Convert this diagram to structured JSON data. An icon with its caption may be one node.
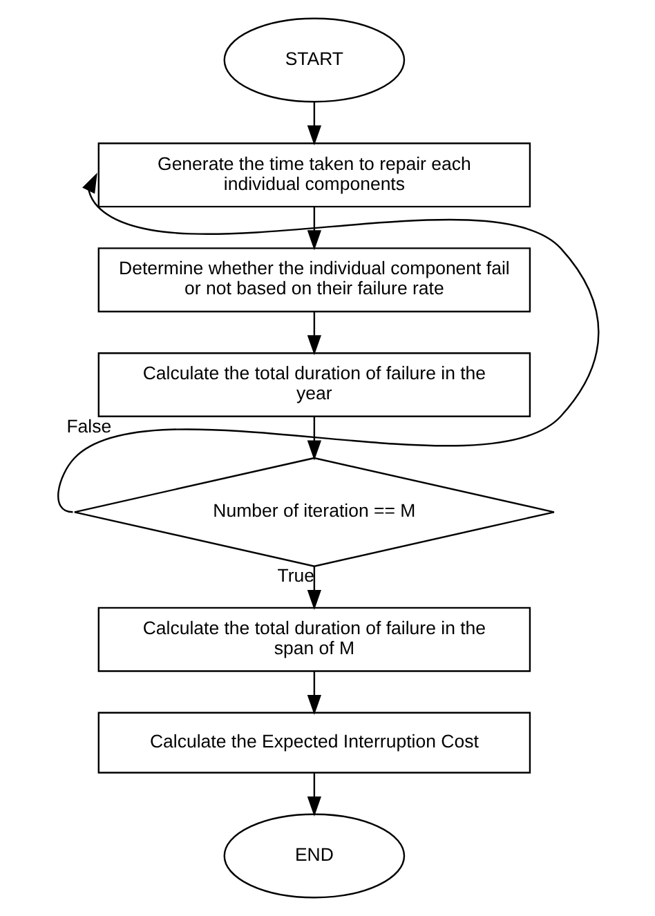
{
  "diagram": {
    "nodes": [
      {
        "text": [
          "START"
        ]
      },
      {
        "text": [
          "Generate the time taken to repair each individual components"
        ]
      },
      {
        "text": [
          "Determine whether the individual component fail or not based on their failure rate"
        ]
      },
      {
        "text": [
          "Calculate the total duration of failure in the year"
        ]
      },
      {
        "text": [
          "Number of iteration == M"
        ]
      },
      {
        "text": [
          "Calculate the total duration of failure in the span of M"
        ]
      },
      {
        "text": [
          "Calculate the Expected Interruption Cost"
        ]
      },
      {
        "text": [
          "END"
        ]
      }
    ],
    "edges": [
      {
        "from": 0,
        "to": 1,
        "arrow": "to"
      },
      {
        "from": 1,
        "to": 2,
        "arrow": "to"
      },
      {
        "from": 2,
        "to": 3,
        "arrow": "to"
      },
      {
        "from": 3,
        "to": 4,
        "arrow": "to"
      },
      {
        "from": 4,
        "to": 1,
        "arrow": "to",
        "label": "False"
      },
      {
        "from": 4,
        "to": 5,
        "arrow": "to",
        "label": "True"
      },
      {
        "from": 5,
        "to": 6,
        "arrow": "to"
      },
      {
        "from": 6,
        "to": 7,
        "arrow": "to"
      }
    ]
  }
}
